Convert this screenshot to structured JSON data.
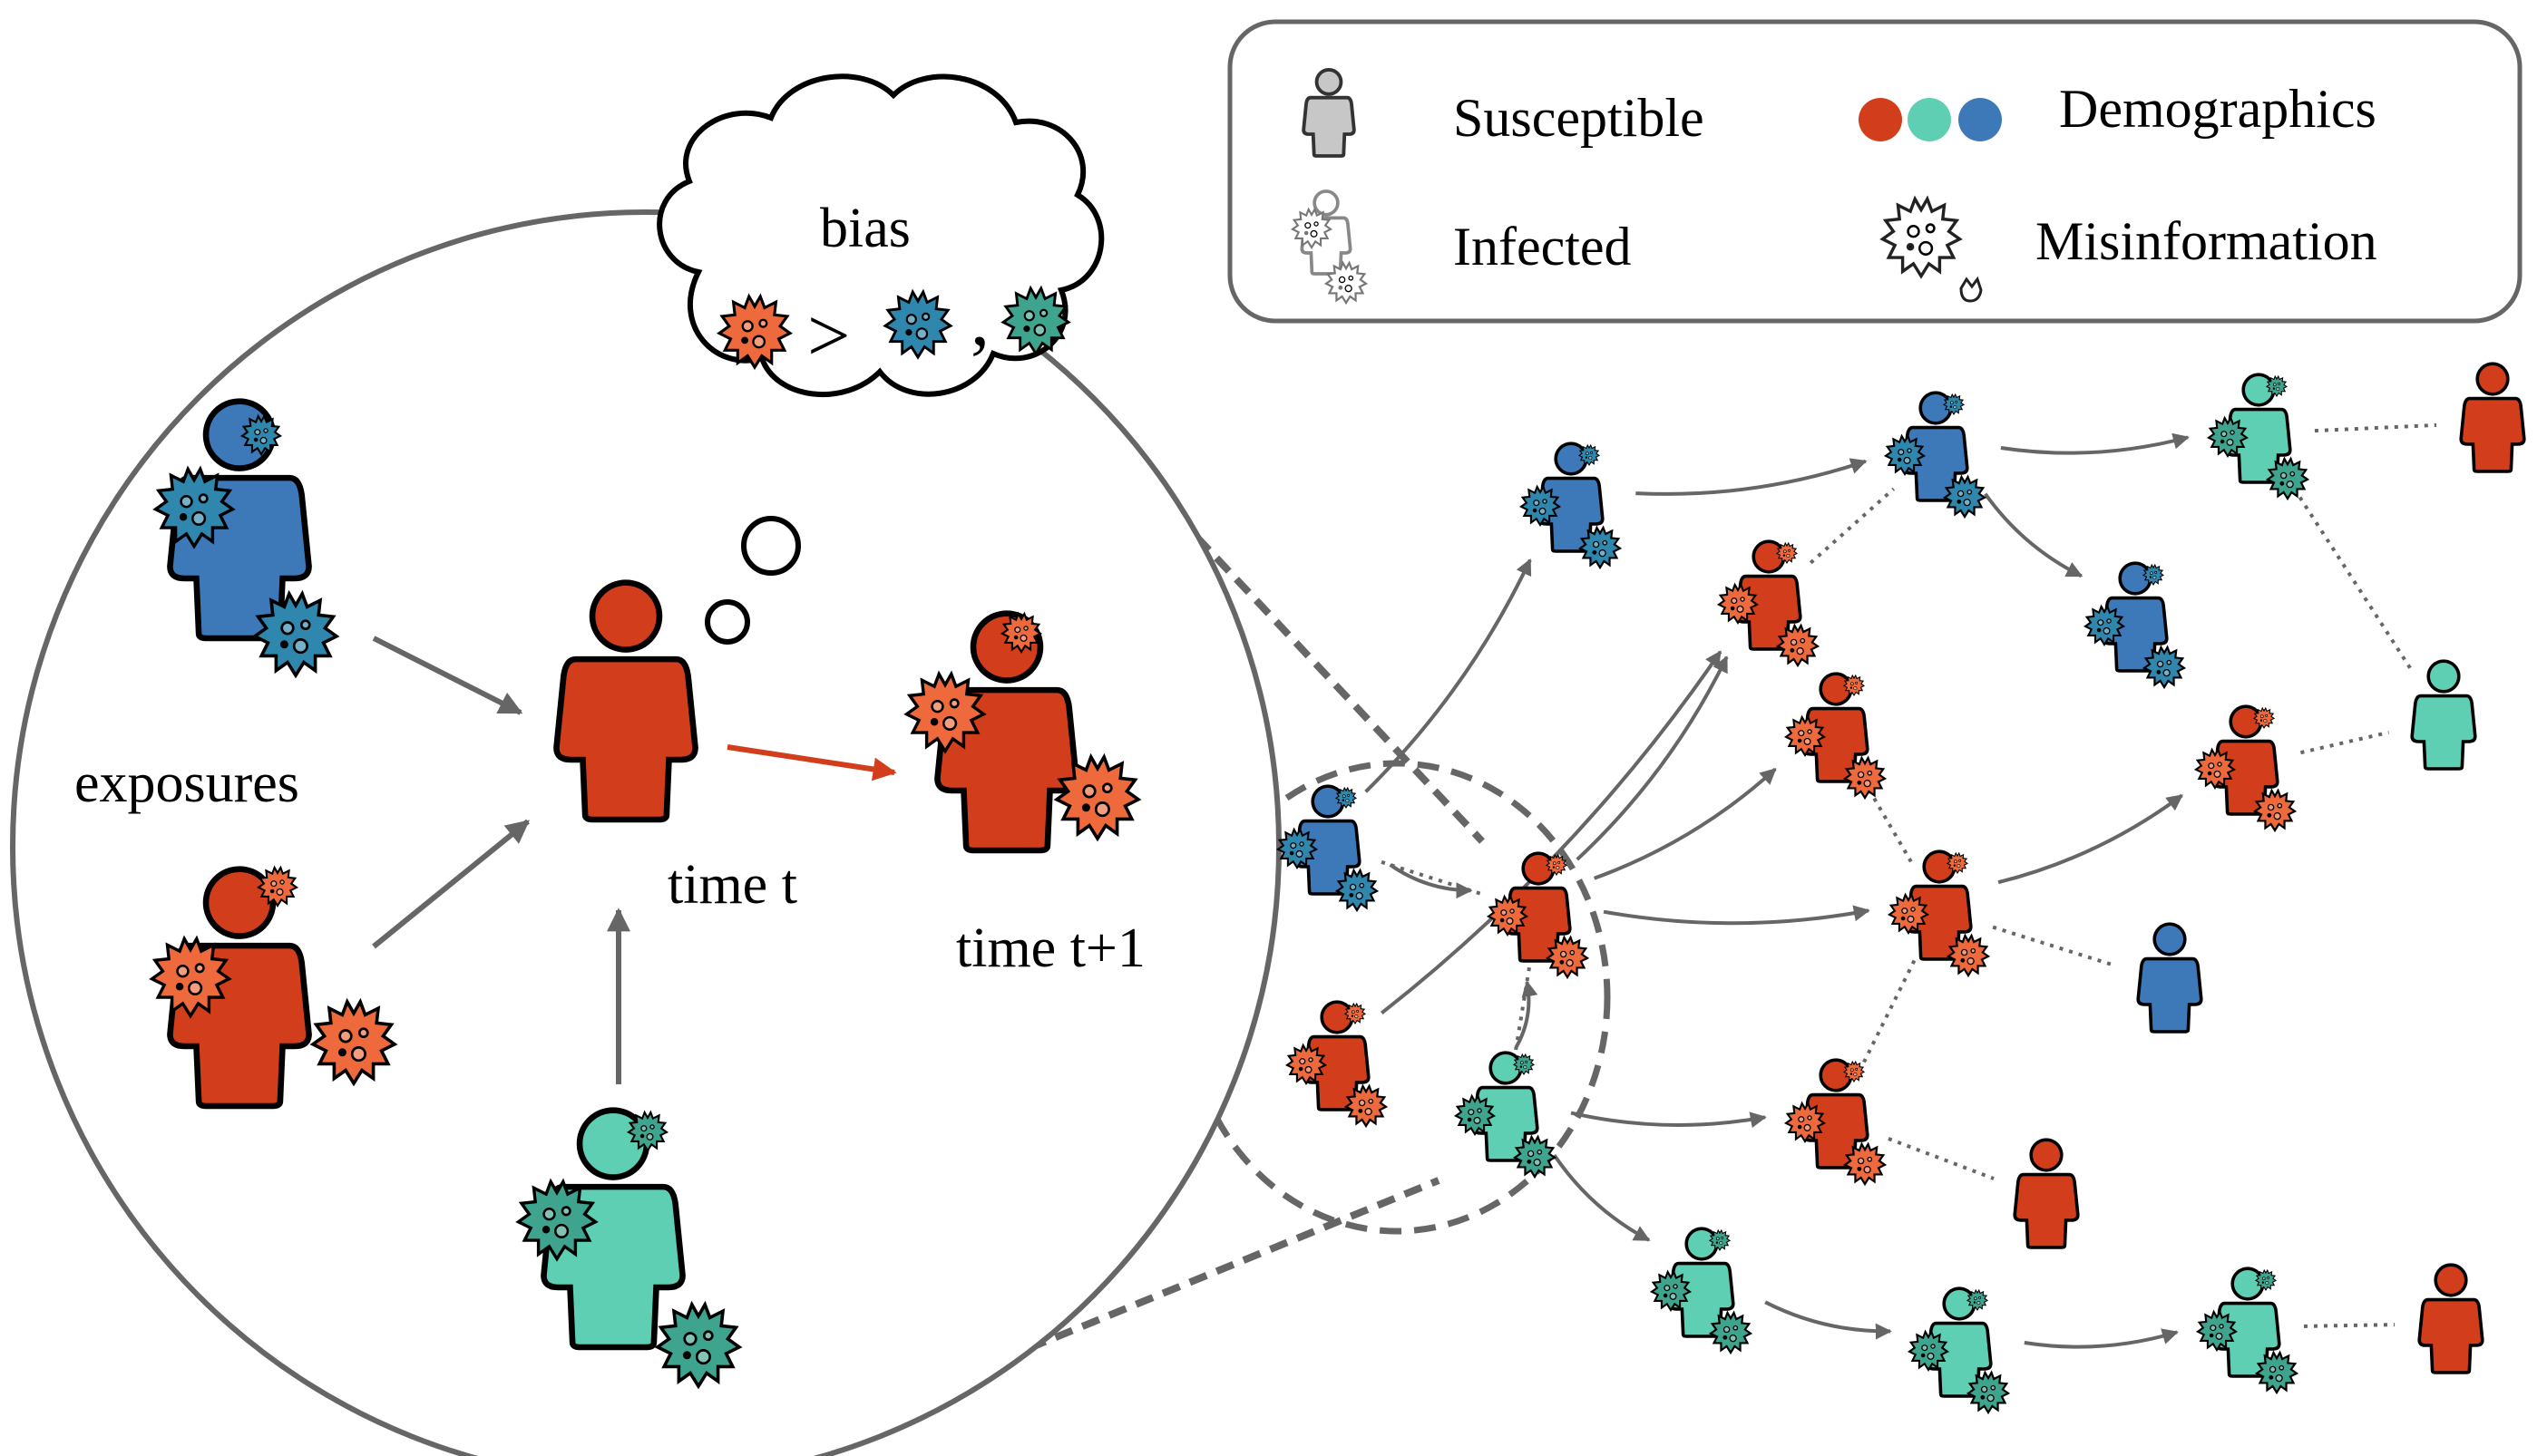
{
  "legend": {
    "susceptible_label": "Susceptible",
    "infected_label": "Infected",
    "demographics_label": "Demographics",
    "misinformation_label": "Misinformation"
  },
  "zoom": {
    "bias_label": "bias",
    "bias_operator": ">",
    "bias_separator": ",",
    "exposures_label": "exposures",
    "time_t_label": "time t",
    "time_t1_label": "time t+1"
  },
  "colors": {
    "red": "#d23d1c",
    "red_light": "#ee6a3c",
    "teal": "#5ecfb2",
    "teal_dark": "#3fa48e",
    "blue": "#3d79b9",
    "blue_dark": "#2f87ad",
    "susceptible_gray": "#c7c7c7",
    "edge": "#666666",
    "transmission_arrow": "#d23d1c"
  },
  "network": {
    "demographic_groups": [
      "red",
      "teal",
      "blue"
    ],
    "nodes": [
      {
        "id": "n1",
        "group": "blue",
        "status": "infected"
      },
      {
        "id": "n2",
        "group": "blue",
        "status": "infected"
      },
      {
        "id": "n3",
        "group": "teal",
        "status": "infected"
      },
      {
        "id": "n4",
        "group": "red",
        "status": "susceptible"
      },
      {
        "id": "n5",
        "group": "red",
        "status": "infected"
      },
      {
        "id": "n6",
        "group": "blue",
        "status": "infected"
      },
      {
        "id": "n7",
        "group": "red",
        "status": "infected"
      },
      {
        "id": "n8",
        "group": "teal",
        "status": "susceptible"
      },
      {
        "id": "n9",
        "group": "red",
        "status": "infected"
      },
      {
        "id": "n10",
        "group": "blue",
        "status": "infected"
      },
      {
        "id": "n11",
        "group": "red",
        "status": "infected"
      },
      {
        "id": "n12",
        "group": "red",
        "status": "infected"
      },
      {
        "id": "n13",
        "group": "red",
        "status": "infected"
      },
      {
        "id": "n14",
        "group": "blue",
        "status": "susceptible"
      },
      {
        "id": "n15",
        "group": "teal",
        "status": "infected"
      },
      {
        "id": "n16",
        "group": "red",
        "status": "infected"
      },
      {
        "id": "n17",
        "group": "red",
        "status": "susceptible"
      },
      {
        "id": "n18",
        "group": "teal",
        "status": "infected"
      },
      {
        "id": "n19",
        "group": "teal",
        "status": "infected"
      },
      {
        "id": "n20",
        "group": "teal",
        "status": "infected"
      },
      {
        "id": "n21",
        "group": "red",
        "status": "susceptible"
      }
    ],
    "directed_edges": [
      [
        "n1",
        "n2"
      ],
      [
        "n2",
        "n3"
      ],
      [
        "n2",
        "n6"
      ],
      [
        "n10",
        "n1"
      ],
      [
        "n10",
        "n11"
      ],
      [
        "n12",
        "n5"
      ],
      [
        "n11",
        "n5"
      ],
      [
        "n11",
        "n7"
      ],
      [
        "n11",
        "n13"
      ],
      [
        "n13",
        "n9"
      ],
      [
        "n15",
        "n11"
      ],
      [
        "n15",
        "n16"
      ],
      [
        "n15",
        "n18"
      ],
      [
        "n18",
        "n19"
      ],
      [
        "n19",
        "n20"
      ]
    ],
    "undirected_edges": [
      [
        "n3",
        "n4"
      ],
      [
        "n3",
        "n8"
      ],
      [
        "n9",
        "n8"
      ],
      [
        "n5",
        "n2"
      ],
      [
        "n7",
        "n13"
      ],
      [
        "n10",
        "n11"
      ],
      [
        "n13",
        "n14"
      ],
      [
        "n13",
        "n16"
      ],
      [
        "n16",
        "n17"
      ],
      [
        "n20",
        "n21"
      ],
      [
        "n11",
        "n15"
      ]
    ]
  }
}
